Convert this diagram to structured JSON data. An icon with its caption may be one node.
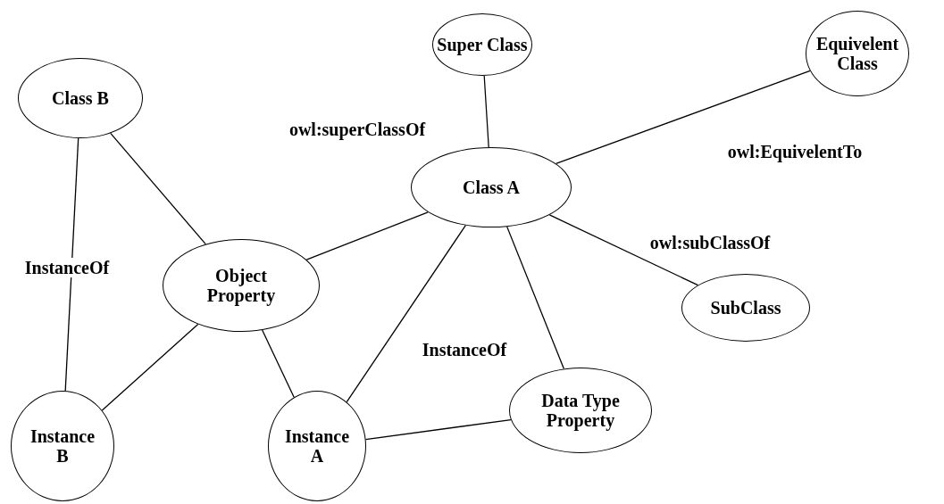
{
  "diagram": {
    "nodes": [
      {
        "text": [
          "Super Class"
        ]
      },
      {
        "text": [
          "Equivelent Class"
        ]
      },
      {
        "text": [
          "Class B"
        ]
      },
      {
        "text": [
          "Class A"
        ]
      },
      {
        "text": [
          "Object Property"
        ]
      },
      {
        "text": [
          "SubClass"
        ]
      },
      {
        "text": [
          "Instance B"
        ]
      },
      {
        "text": [
          "Instance A"
        ]
      },
      {
        "text": [
          "Data Type Property"
        ]
      }
    ],
    "edges": [
      {
        "from": 0,
        "to": 3,
        "arrow": "none",
        "label": "owl:superClassOf"
      },
      {
        "from": 3,
        "to": 1,
        "arrow": "none",
        "label": "owl:EquivelentTo"
      },
      {
        "from": 3,
        "to": 5,
        "arrow": "none",
        "label": "owl:subClassOf"
      },
      {
        "from": 2,
        "to": 6,
        "arrow": "none",
        "label": "InstanceOf"
      },
      {
        "from": 2,
        "to": 4,
        "arrow": "none"
      },
      {
        "from": 4,
        "to": 3,
        "arrow": "none"
      },
      {
        "from": 4,
        "to": 6,
        "arrow": "none"
      },
      {
        "from": 4,
        "to": 7,
        "arrow": "none"
      },
      {
        "from": 3,
        "to": 7,
        "arrow": "none",
        "label": "InstanceOf"
      },
      {
        "from": 3,
        "to": 8,
        "arrow": "none"
      },
      {
        "from": 7,
        "to": 8,
        "arrow": "none"
      }
    ]
  }
}
